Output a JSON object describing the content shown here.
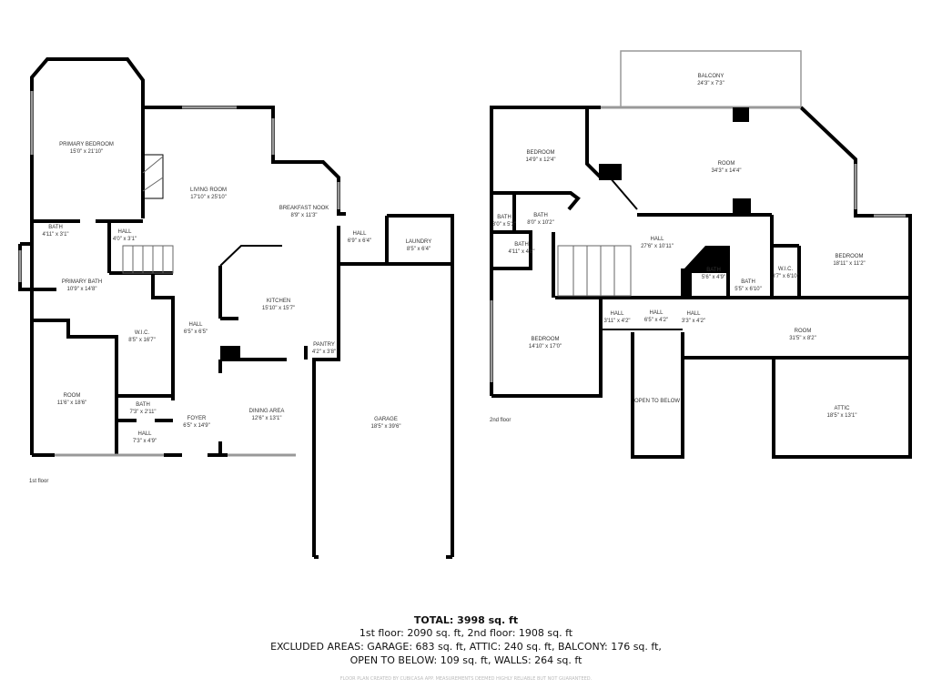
{
  "floor1": {
    "label": "1st floor",
    "rooms": [
      {
        "name": "PRIMARY BEDROOM",
        "dim": "15'0\" x 21'10\""
      },
      {
        "name": "LIVING ROOM",
        "dim": "17'10\" x 25'10\""
      },
      {
        "name": "BREAKFAST NOOK",
        "dim": "8'9\" x 11'3\""
      },
      {
        "name": "BATH",
        "dim": "4'11\" x 3'1\""
      },
      {
        "name": "HALL",
        "dim": "4'0\" x 3'1\""
      },
      {
        "name": "HALL",
        "dim": "6'9\" x 6'4\""
      },
      {
        "name": "LAUNDRY",
        "dim": "8'5\" x 6'4\""
      },
      {
        "name": "PRIMARY BATH",
        "dim": "10'9\" x 14'8\""
      },
      {
        "name": "KITCHEN",
        "dim": "15'10\" x 15'7\""
      },
      {
        "name": "W.I.C.",
        "dim": "8'5\" x 16'7\""
      },
      {
        "name": "HALL",
        "dim": "6'5\" x 6'5\""
      },
      {
        "name": "PANTRY",
        "dim": "4'2\" x 3'8\""
      },
      {
        "name": "ROOM",
        "dim": "11'6\" x 18'6\""
      },
      {
        "name": "BATH",
        "dim": "7'3\" x 2'11\""
      },
      {
        "name": "FOYER",
        "dim": "6'5\" x 14'9\""
      },
      {
        "name": "DINING AREA",
        "dim": "12'6\" x 13'1\""
      },
      {
        "name": "GARAGE",
        "dim": "18'5\" x 39'6\""
      },
      {
        "name": "HALL",
        "dim": "7'3\" x 4'9\""
      }
    ]
  },
  "floor2": {
    "label": "2nd floor",
    "rooms": [
      {
        "name": "BALCONY",
        "dim": "24'3\" x 7'3\""
      },
      {
        "name": "BEDROOM",
        "dim": "14'9\" x 12'4\""
      },
      {
        "name": "ROOM",
        "dim": "34'3\" x 14'4\""
      },
      {
        "name": "BATH",
        "dim": "3'0\" x 5'3\""
      },
      {
        "name": "BATH",
        "dim": "8'0\" x 10'2\""
      },
      {
        "name": "HALL",
        "dim": "27'6\" x 10'11\""
      },
      {
        "name": "BATH",
        "dim": "4'11\" x 4'8\""
      },
      {
        "name": "BEDROOM",
        "dim": "18'11\" x 11'2\""
      },
      {
        "name": "BATH",
        "dim": "5'6\" x 4'9\""
      },
      {
        "name": "W.I.C.",
        "dim": "3'7\" x 6'10\""
      },
      {
        "name": "BATH",
        "dim": "5'5\" x 6'10\""
      },
      {
        "name": "HALL",
        "dim": "3'11\" x 4'2\""
      },
      {
        "name": "HALL",
        "dim": "6'5\" x 4'2\""
      },
      {
        "name": "HALL",
        "dim": "3'3\" x 4'2\""
      },
      {
        "name": "ROOM",
        "dim": "31'5\" x 8'2\""
      },
      {
        "name": "BEDROOM",
        "dim": "14'10\" x 17'0\""
      },
      {
        "name": "OPEN TO BELOW",
        "dim": ""
      },
      {
        "name": "ATTIC",
        "dim": "18'5\" x 13'1\""
      }
    ]
  },
  "summary": {
    "total": "TOTAL: 3998 sq. ft",
    "line1": "1st floor: 2090 sq. ft, 2nd floor: 1908 sq. ft",
    "line2": "EXCLUDED AREAS: GARAGE: 683 sq. ft, ATTIC: 240 sq. ft, BALCONY: 176 sq. ft,",
    "line3": "OPEN TO BELOW: 109 sq. ft, WALLS: 264 sq. ft",
    "disclaimer": "FLOOR PLAN CREATED BY CUBICASA APP. MEASUREMENTS DEEMED HIGHLY RELIABLE BUT NOT GUARANTEED."
  }
}
